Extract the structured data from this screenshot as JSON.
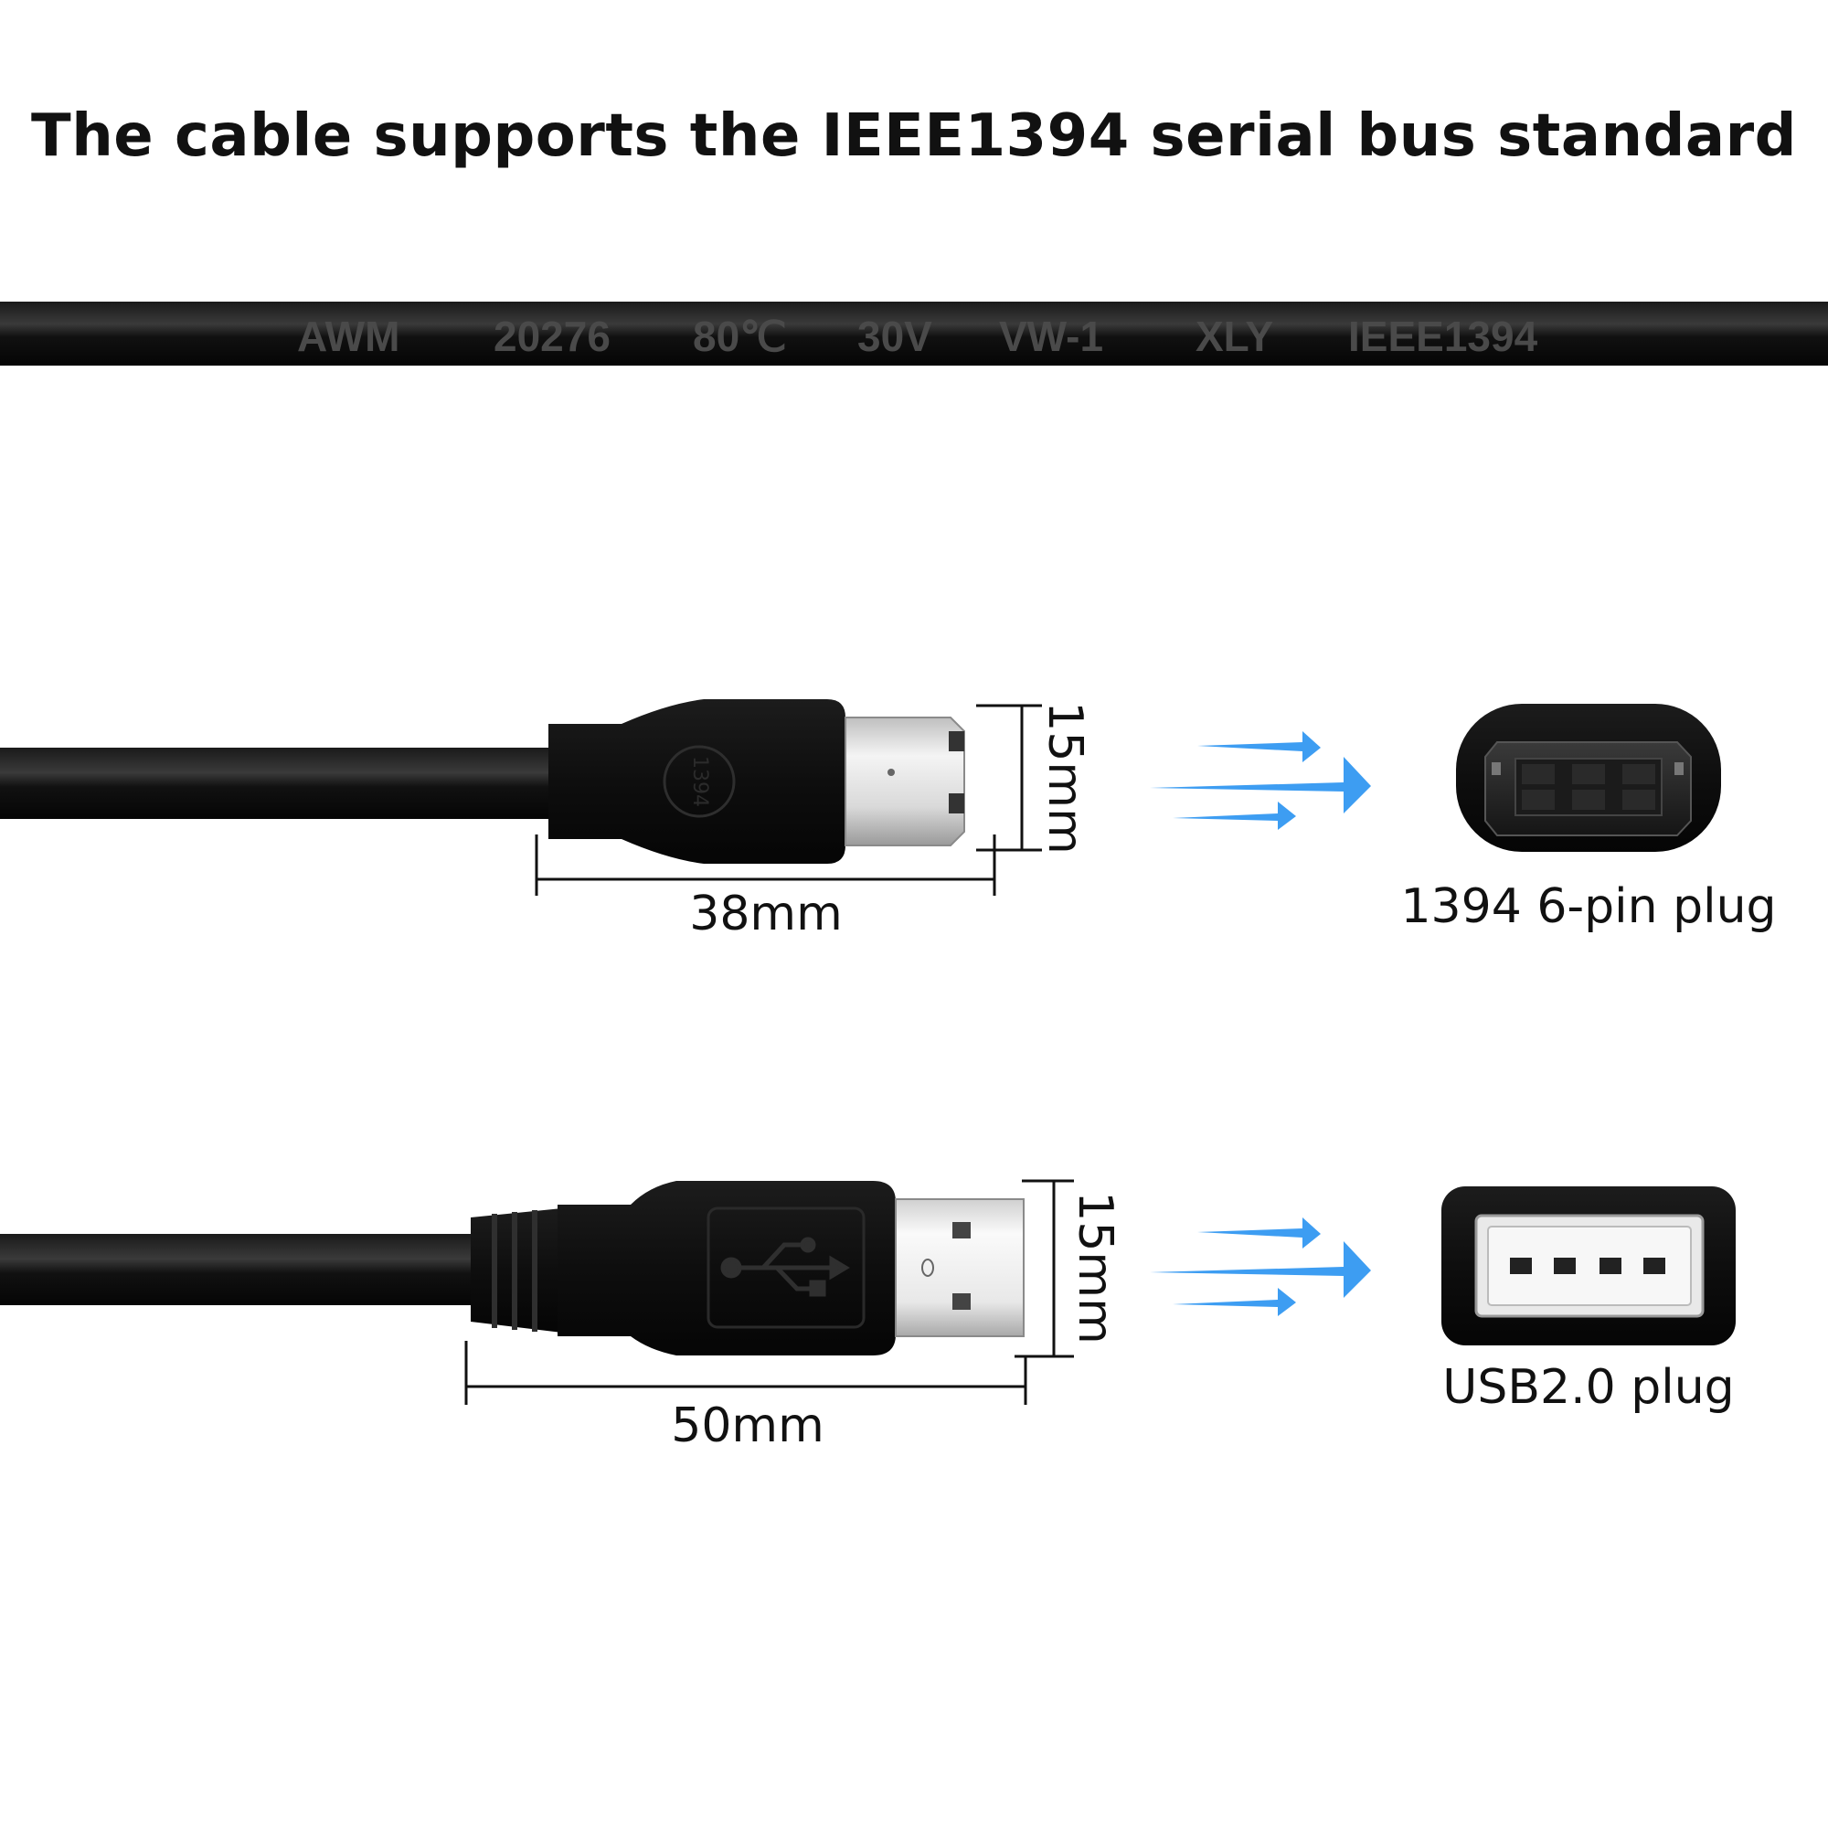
{
  "header": {
    "title": "The cable supports the IEEE1394 serial bus standard"
  },
  "cable_markings": [
    "AWM",
    "20276",
    "80℃",
    "30V",
    "VW-1",
    "XLY",
    "IEEE1394"
  ],
  "firewire": {
    "emboss": "1394",
    "width_label": "38mm",
    "height_label": "15mm",
    "plug_label": "1394 6-pin plug"
  },
  "usb": {
    "width_label": "50mm",
    "height_label": "15mm",
    "plug_label": "USB2.0 plug"
  },
  "colors": {
    "arrow": "#3d9df2",
    "cable": "#0d0d0d"
  }
}
